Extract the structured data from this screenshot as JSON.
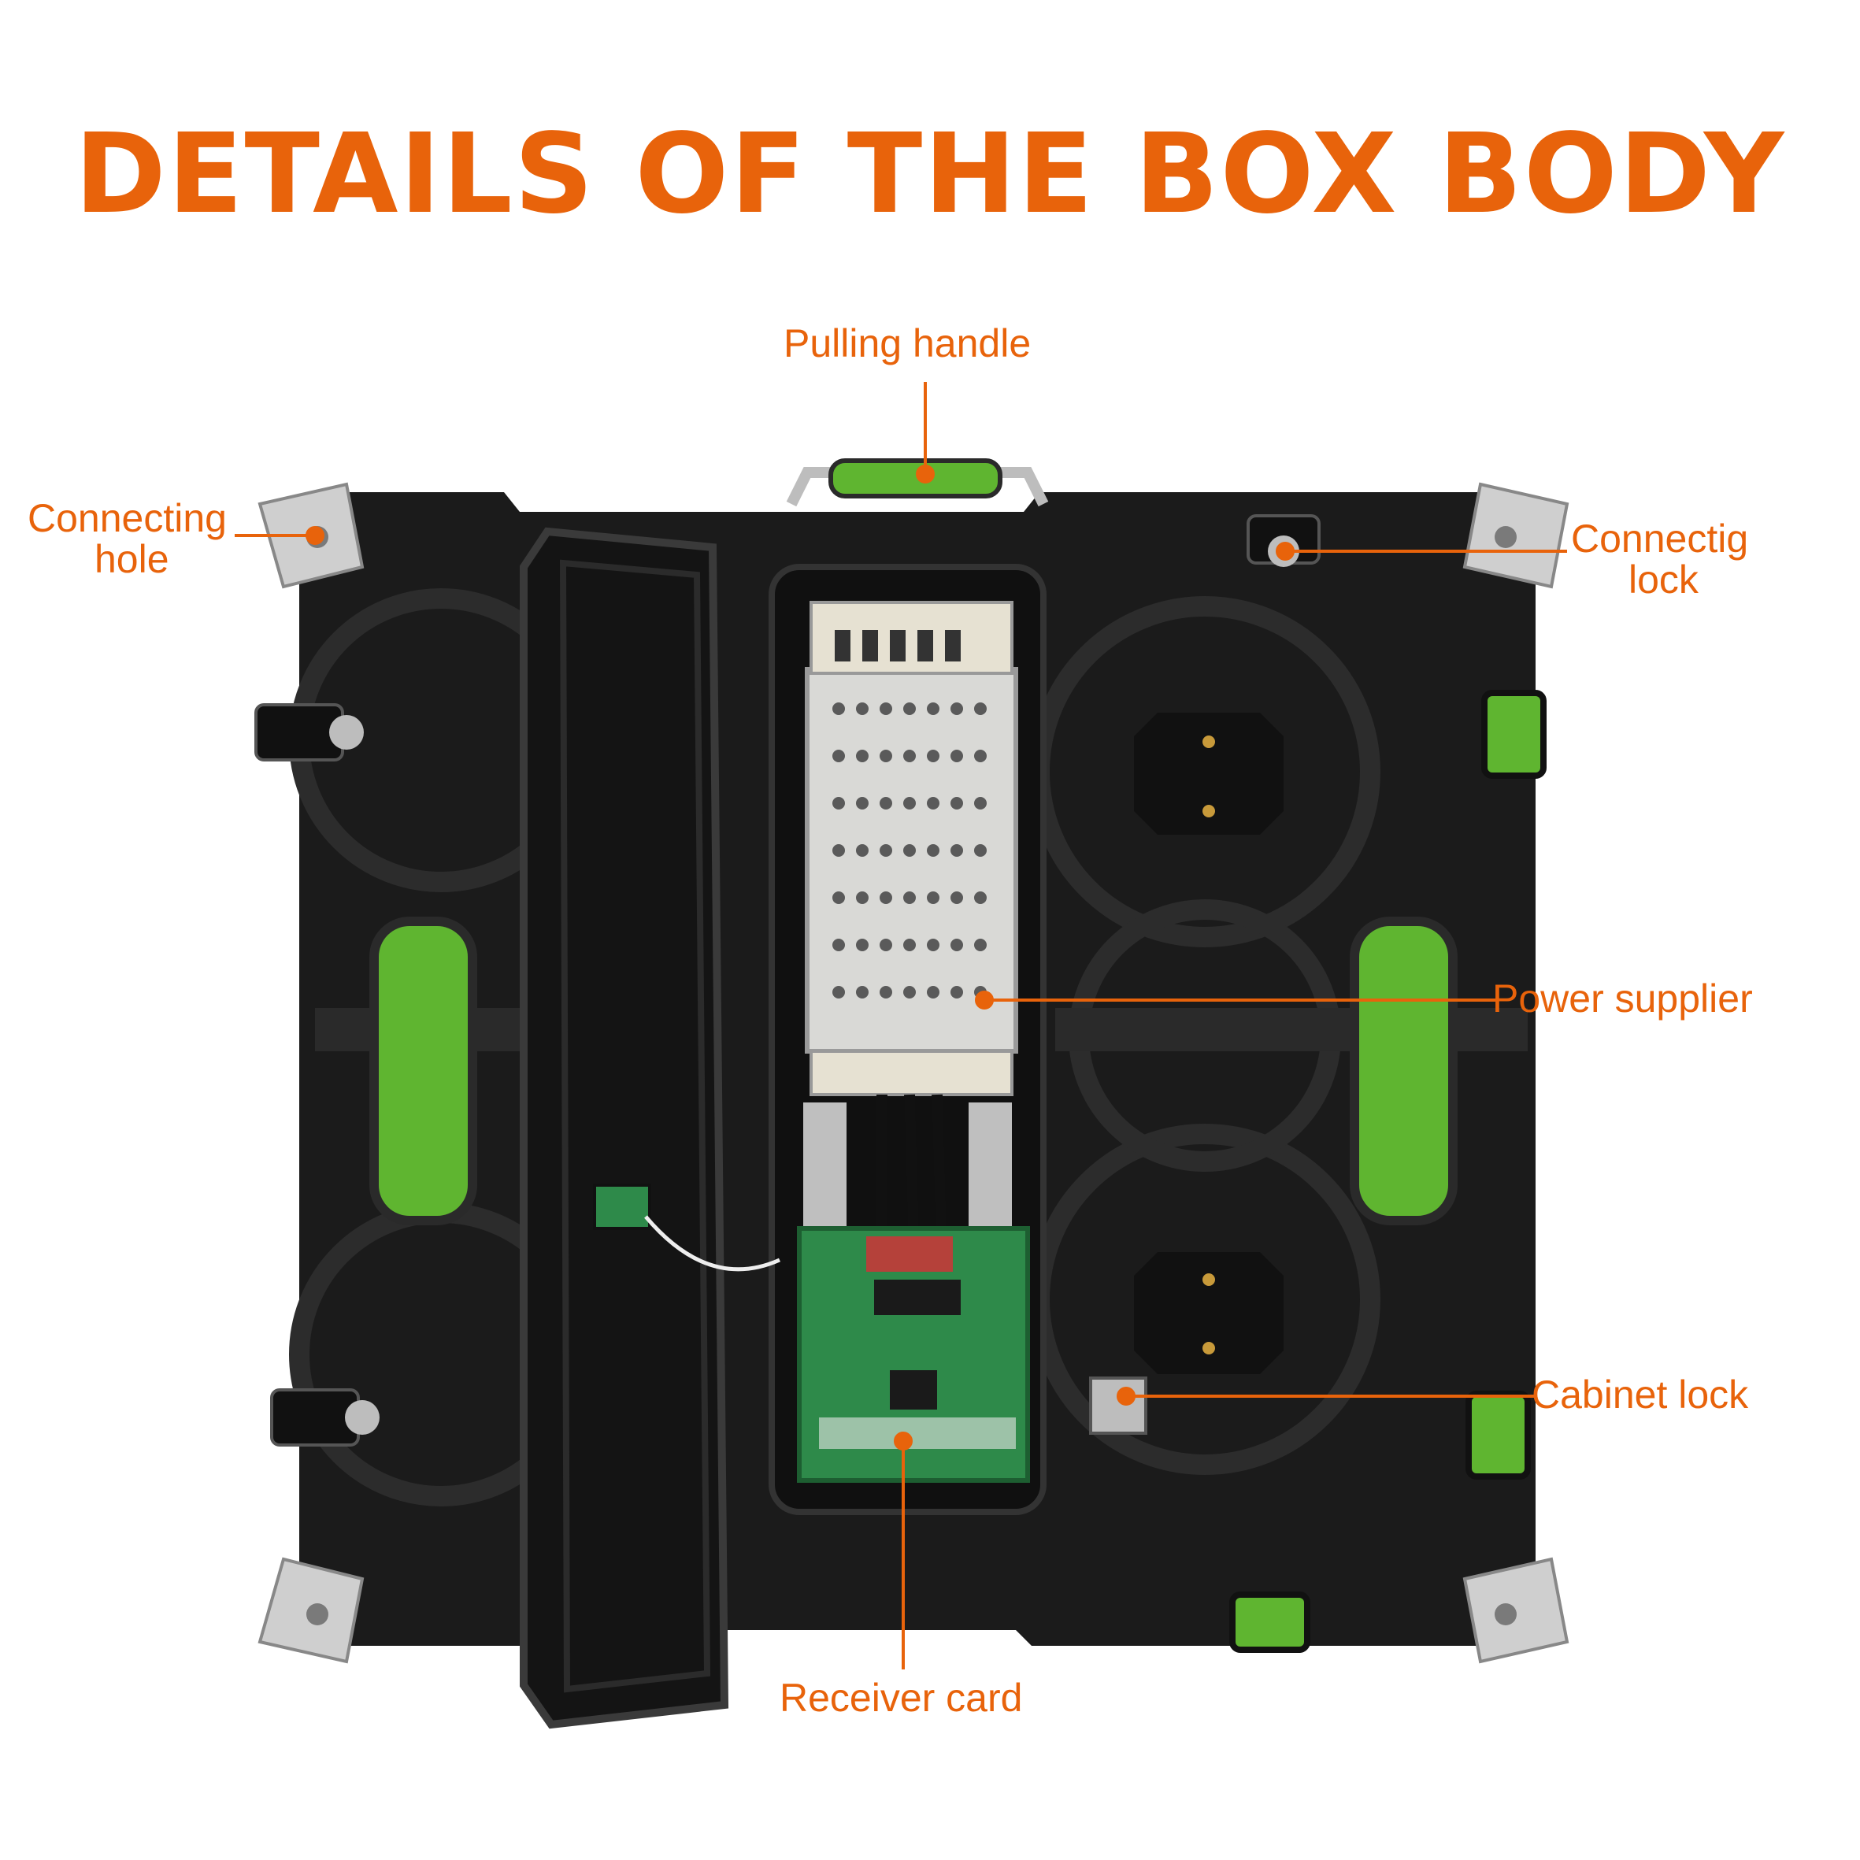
{
  "title": "DETAILS OF THE BOX BODY",
  "labels": {
    "pulling_handle": "Pulling handle",
    "connecting_hole_1": "Connecting",
    "connecting_hole_2": "hole",
    "connecting_lock_1": "Connectig",
    "connecting_lock_2": "lock",
    "power_supplier": "Power supplier",
    "cabinet_lock": "Cabinet lock",
    "receiver_card": "Receiver card"
  },
  "colors": {
    "accent": "#e8630b",
    "cabinet": "#1b1b1b",
    "handle_green": "#5fb530",
    "pcb_green": "#2e8a4a",
    "psu_silver": "#d9d9d6"
  }
}
